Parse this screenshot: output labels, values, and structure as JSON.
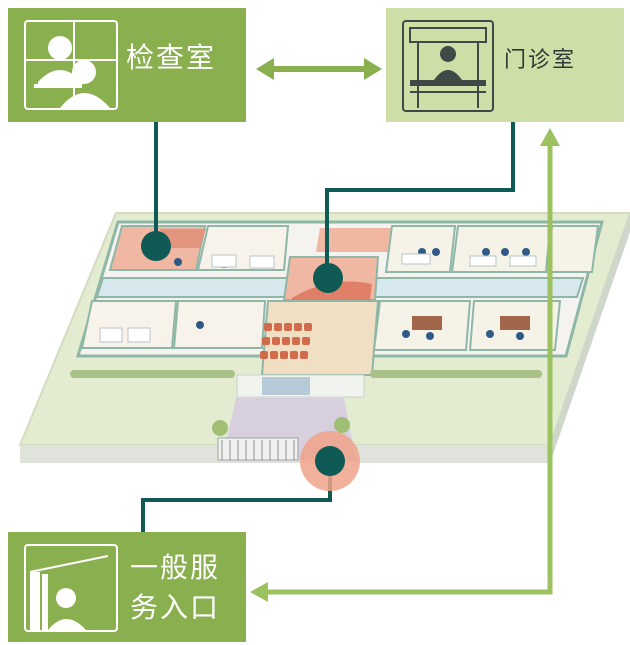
{
  "nodes": {
    "exam_room": {
      "label": "检查室"
    },
    "outpatient_room": {
      "label": "门诊室"
    },
    "entrance": {
      "line1": "一般服",
      "line2": "务入口"
    }
  },
  "colors": {
    "node_dark": "#8aaf4e",
    "node_light": "#cddfa7",
    "connector_dark": "#0f5a55",
    "connector_light": "#9cc15f",
    "marker": "#0f5a55",
    "marker_ring": "#f0a38a"
  },
  "icons": {
    "exam_room": "doctor-patient-icon",
    "outpatient_room": "reception-counter-icon",
    "entrance": "person-door-icon"
  }
}
